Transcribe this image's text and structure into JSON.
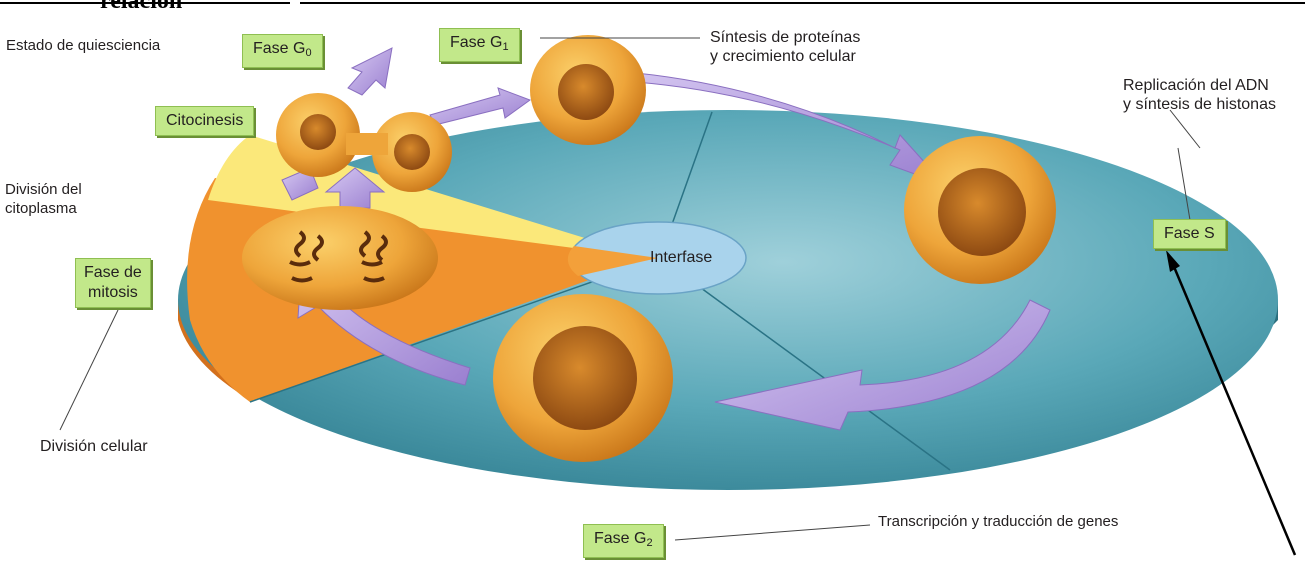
{
  "header": {
    "partial_word": "relación"
  },
  "center_label": "Interfase",
  "phases": {
    "g0": {
      "base": "Fase G",
      "sub": "0"
    },
    "g1": {
      "base": "Fase G",
      "sub": "1"
    },
    "g2": {
      "base": "Fase G",
      "sub": "2"
    },
    "s": "Fase S",
    "mitosis": "Fase de\nmitosis",
    "cytokinesis": "Citocinesis"
  },
  "descriptions": {
    "quiescence": "Estado de quiesciencia",
    "g1_desc": "Síntesis de proteínas\ny crecimiento celular",
    "s_desc": "Replicación del ADN\ny síntesis de histonas",
    "cytoplasm_division": "División del\ncitoplasma",
    "cell_division": "División celular",
    "g2_desc": "Transcripción y traducción de genes"
  },
  "colors": {
    "disk_teal": "#3e8fa0",
    "disk_light": "#8cc5d0",
    "mitosis_orange": "#f0922e",
    "cytokinesis_yellow": "#fbe87a",
    "interphase_blue": "#a9d3ec",
    "arrow_purple": "#b9a2e0",
    "cell_orange": "#e9a12c",
    "tag_green": "#c2e88a"
  }
}
